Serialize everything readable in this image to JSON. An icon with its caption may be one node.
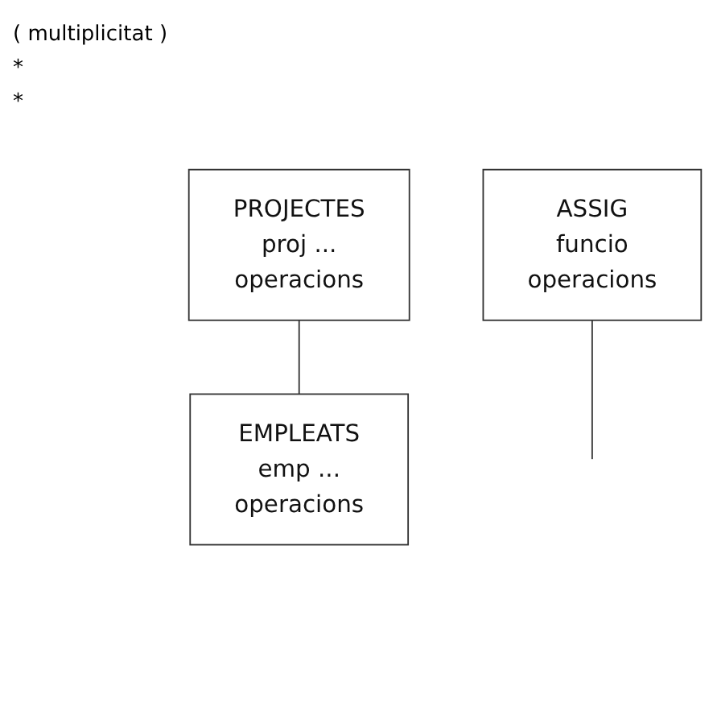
{
  "diagram": {
    "nodes": [
      {
        "text": [
          "PROJECTES",
          "proj ...",
          "operacions"
        ]
      },
      {
        "text": [
          "EMPLEATS",
          "emp ...",
          "operacions"
        ]
      },
      {
        "text": [
          "ASSIG",
          "funcio",
          "operacions"
        ]
      }
    ],
    "edges": [
      {
        "from": 0,
        "to": 1,
        "arrow": "none"
      },
      {
        "from": 2,
        "to": null,
        "arrow": "none"
      }
    ],
    "labels": [
      "( multiplicitat )",
      "*",
      "*"
    ]
  }
}
